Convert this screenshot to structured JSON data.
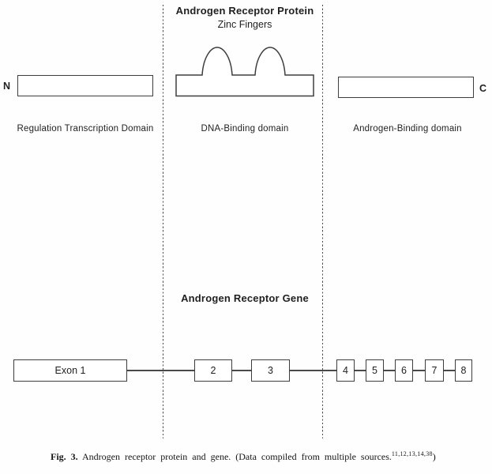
{
  "header": {
    "title": "Androgen Receptor Protein",
    "subtitle": "Zinc Fingers"
  },
  "protein": {
    "n_terminus": "N",
    "c_terminus": "C",
    "domains": [
      {
        "label": "Regulation Transcription Domain"
      },
      {
        "label": "DNA-Binding domain"
      },
      {
        "label": "Androgen-Binding domain"
      }
    ],
    "zinc_finger_count": 2
  },
  "gene": {
    "title": "Androgen Receptor Gene",
    "exons": [
      "Exon 1",
      "2",
      "3",
      "4",
      "5",
      "6",
      "7",
      "8"
    ]
  },
  "caption": {
    "label": "Fig. 3.",
    "text": " Androgen receptor protein and gene. (Data compiled from multiple sources.",
    "refs": "11,12,13,14,38",
    "close": ")"
  },
  "colors": {
    "ink": "#1f1f1f",
    "line": "#4a4a4a",
    "background": "#fefefe"
  }
}
